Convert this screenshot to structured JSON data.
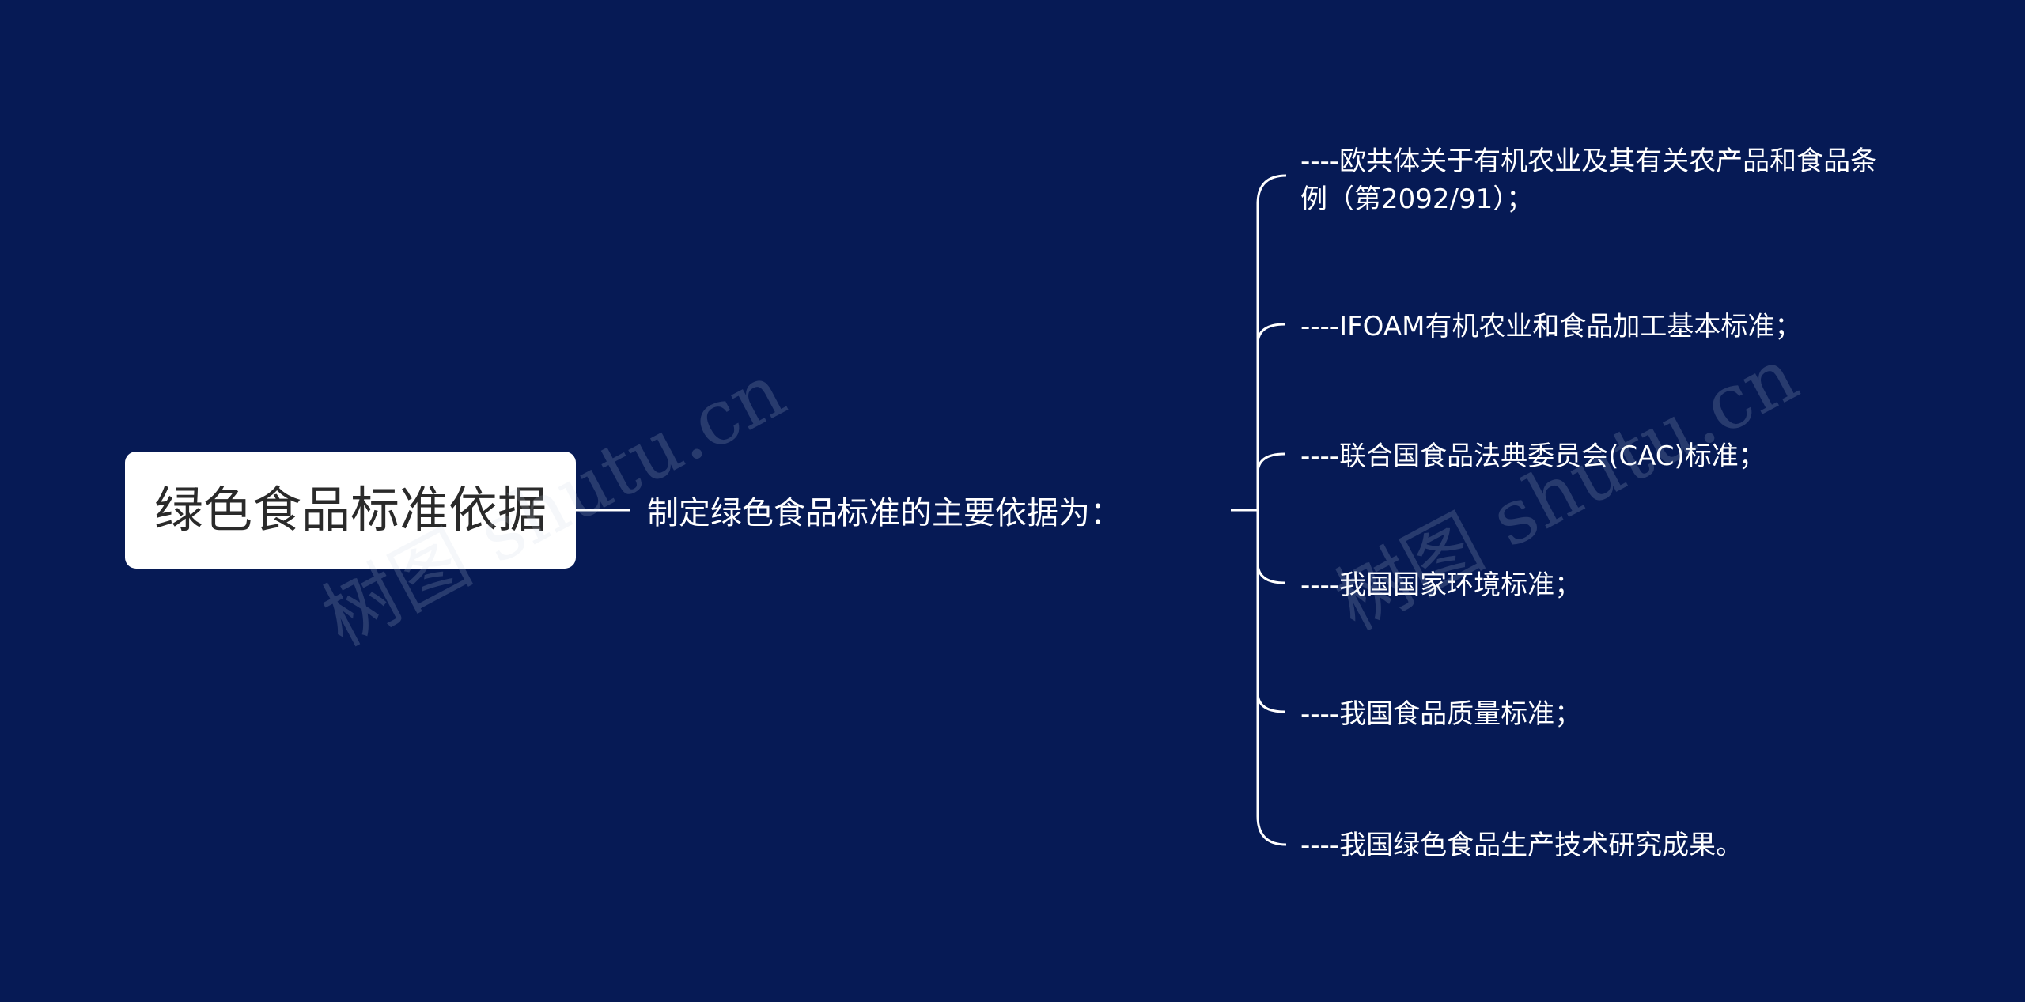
{
  "root": {
    "label": "绿色食品标准依据"
  },
  "branch": {
    "label": "制定绿色食品标准的主要依据为："
  },
  "leaves": [
    "----欧共体关于有机农业及其有关农产品和食品条例（第2092/91）；",
    "----IFOAM有机农业和食品加工基本标准；",
    "----联合国食品法典委员会(CAC)标准；",
    "----我国国家环境标准；",
    "----我国食品质量标准；",
    "----我国绿色食品生产技术研究成果。"
  ],
  "watermark": {
    "text": "树图 shutu.cn"
  },
  "colors": {
    "background": "#061a55",
    "node_fill": "#ffffff",
    "line": "#ffffff",
    "text_dark": "#2a2a2a",
    "text_light": "#ffffff"
  }
}
